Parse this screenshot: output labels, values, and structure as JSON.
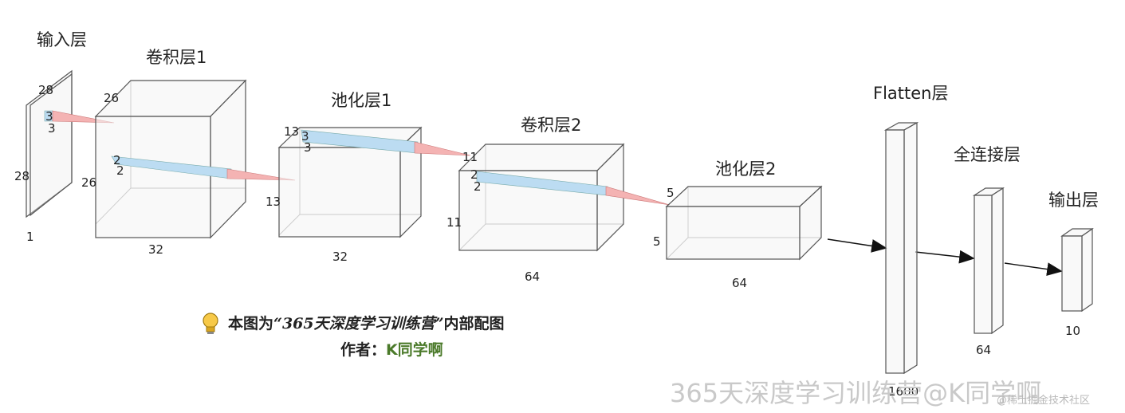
{
  "layers": [
    {
      "id": "input",
      "title": "输入层",
      "dims": [
        "28",
        "28",
        "1"
      ],
      "kernel": [
        "3",
        "3"
      ]
    },
    {
      "id": "conv1",
      "title": "卷积层1",
      "dims": [
        "26",
        "26",
        "32"
      ],
      "kernel": [
        "2",
        "2"
      ]
    },
    {
      "id": "pool1",
      "title": "池化层1",
      "dims": [
        "13",
        "13",
        "32"
      ],
      "kernel": [
        "3",
        "3"
      ]
    },
    {
      "id": "conv2",
      "title": "卷积层2",
      "dims": [
        "11",
        "11",
        "64"
      ],
      "kernel": [
        "2",
        "2"
      ]
    },
    {
      "id": "pool2",
      "title": "池化层2",
      "dims": [
        "5",
        "5",
        "64"
      ]
    },
    {
      "id": "flatten",
      "title": "Flatten层",
      "dims": [
        "1600"
      ]
    },
    {
      "id": "dense",
      "title": "全连接层",
      "dims": [
        "64"
      ]
    },
    {
      "id": "output",
      "title": "输出层",
      "dims": [
        "10"
      ]
    }
  ],
  "note": {
    "line1_prefix": "本图为",
    "quote": "“365天深度学习训练营”",
    "line1_suffix": "内部配图",
    "author_label": "作者：",
    "author_name": "K同学啊",
    "bulb_icon": "lightbulb-icon"
  },
  "watermark": {
    "main": "365天深度学习训练营@K同学啊",
    "sub": "@稀土掘金技术社区"
  },
  "colors": {
    "kernel_red": "#f4b3b3",
    "kernel_blue": "#bcdcf2",
    "arrow": "#111111",
    "author_green": "#4b7a2a"
  }
}
